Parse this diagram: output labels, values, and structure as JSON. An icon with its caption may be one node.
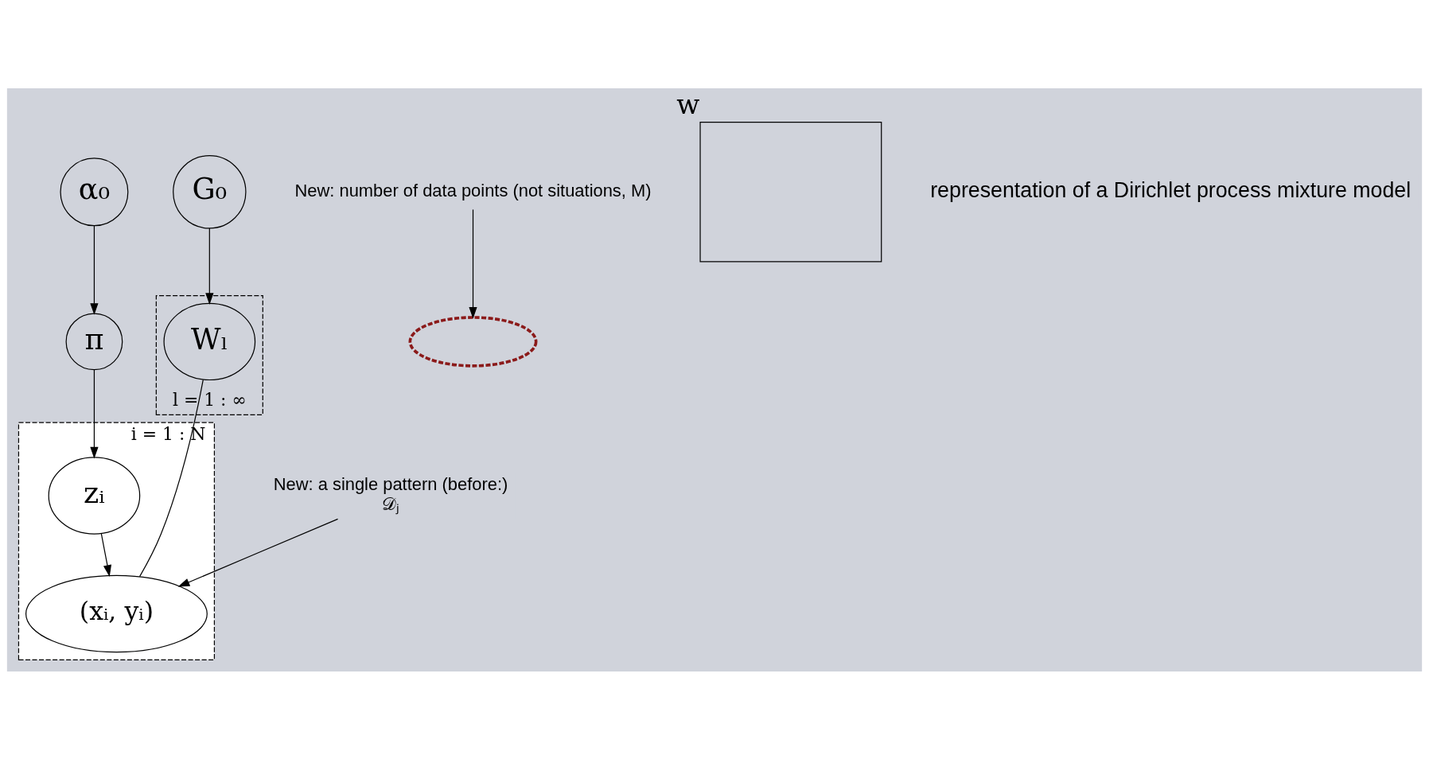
{
  "diagram": {
    "nodes": [
      {
        "text": [
          "α₀"
        ]
      },
      {
        "text": [
          "π"
        ]
      },
      {
        "text": [
          "i = 1 : N"
        ]
      },
      {
        "text": [
          "zᵢ"
        ],
        "in": 2
      },
      {
        "text": [
          "(xᵢ, yᵢ)"
        ],
        "in": 2
      },
      {
        "text": [
          "G₀"
        ]
      },
      {
        "text": [
          "l = 1 : ∞"
        ]
      },
      {
        "text": [
          "Wₗ"
        ],
        "in": 6
      },
      {
        "text": [
          "New: number of data points (not situations, M)"
        ]
      },
      {
        "text": [],
        "shape": "ellipse"
      },
      {
        "text": [
          "New: a single pattern (before:)",
          "𝒟ⱼ"
        ]
      },
      {
        "text": [],
        "shape": "box",
        "beside": [
          "w"
        ]
      }
    ],
    "edges": [
      {
        "from": 0,
        "to": 1,
        "arrow": "to"
      },
      {
        "from": 1,
        "to": 3,
        "arrow": "to"
      },
      {
        "from": 3,
        "to": 4,
        "arrow": "to"
      },
      {
        "from": 5,
        "to": 7,
        "arrow": "to"
      },
      {
        "from": 7,
        "to": 4,
        "arrow": "none"
      },
      {
        "from": 8,
        "to": 9,
        "arrow": "to"
      },
      {
        "from": 10,
        "to": 4,
        "arrow": "to"
      }
    ],
    "labels": [
      "representation of a Dirichlet process mixture model"
    ]
  }
}
